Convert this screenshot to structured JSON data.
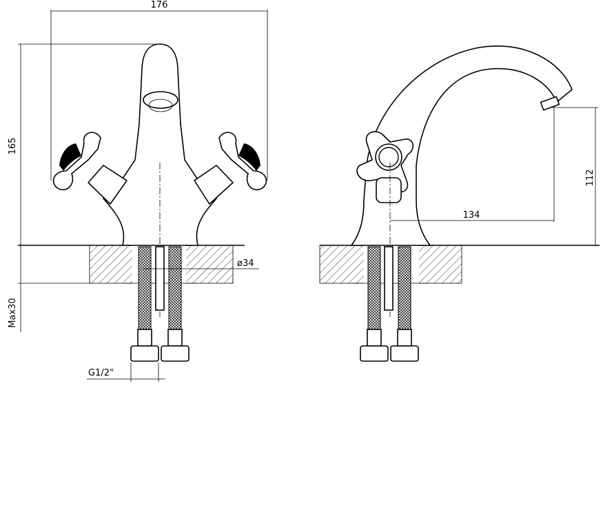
{
  "dimensions": {
    "width_total": "176",
    "height_total": "165",
    "spout_height": "112",
    "spout_reach": "134",
    "hole_diameter": "ø34",
    "max_thickness": "Max30",
    "thread_size": "G1/2\""
  },
  "colors": {
    "line": "#000000",
    "background": "#ffffff"
  }
}
